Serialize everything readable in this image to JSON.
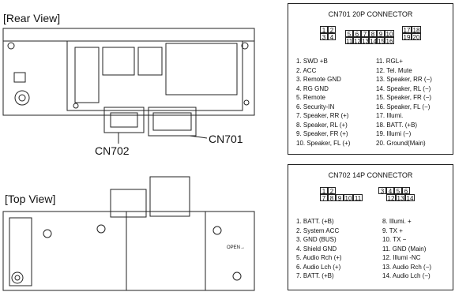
{
  "rear_view_label": "[Rear View]",
  "top_view_label": "[Top View]",
  "unit_labels": {
    "cn702": "CN702",
    "cn701": "CN701",
    "open": "OPEN→"
  },
  "cn701": {
    "title": "CN701 20P CONNECTOR",
    "pins_left": [
      "1. SWD +B",
      "2. ACC",
      "3. Remote GND",
      "4. RG GND",
      "5. Remote",
      "6. Security-IN",
      "7. Speaker, RR (+)",
      "8. Speaker, RL (+)",
      "9. Speaker, FR (+)",
      "10. Speaker, FL (+)"
    ],
    "pins_right": [
      "11. RGL+",
      "12. Tel. Mute",
      "13. Speaker, RR (−)",
      "14. Speaker, RL (−)",
      "15. Speaker, FR (−)",
      "16. Speaker, FL (−)",
      "17. Illumi.",
      "18. BATT. (+B)",
      "19. Illumi (−)",
      "20. Ground(Main)"
    ],
    "grid_top": [
      "1",
      "2",
      "5",
      "6",
      "7",
      "8",
      "9",
      "10",
      "17",
      "18"
    ],
    "grid_bottom": [
      "3",
      "4",
      "11",
      "12",
      "13",
      "14",
      "15",
      "16",
      "19",
      "20"
    ]
  },
  "cn702": {
    "title": "CN702  14P CONNECTOR",
    "pins_left": [
      "1. BATT. (+B)",
      "2. System ACC",
      "3. GND (BUS)",
      "4. Shield GND",
      "5. Audio Rch (+)",
      "6. Audio Lch (+)",
      "7. BATT. (+B)"
    ],
    "pins_right": [
      "8. Illumi. +",
      "9. TX +",
      "10. TX −",
      "11. GND (Main)",
      "12. Illumi -NC",
      "13. Audio Rch (−)",
      "14. Audio Lch (−)"
    ],
    "grid_top": [
      "1",
      "2",
      "3",
      "4",
      "5",
      "6"
    ],
    "grid_bottom": [
      "7",
      "8",
      "9",
      "10",
      "11",
      "12",
      "13",
      "14"
    ]
  }
}
